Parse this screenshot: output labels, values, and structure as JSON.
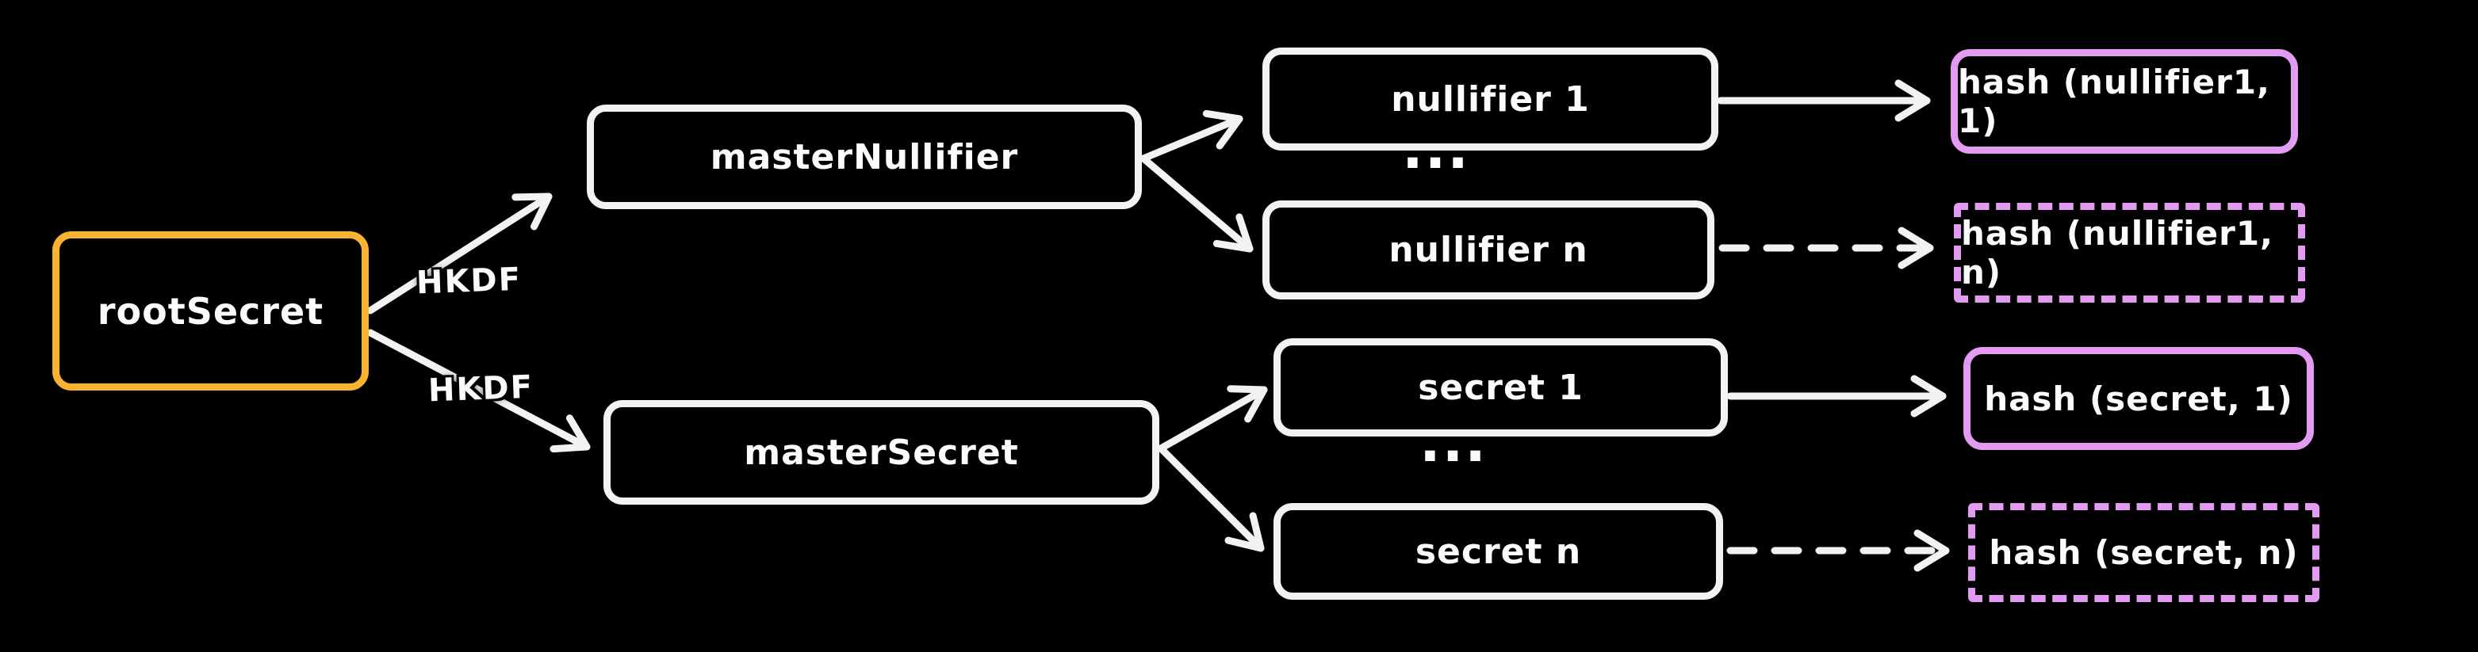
{
  "diagram": {
    "background": "#000000",
    "colors": {
      "accent_orange": "#F7B232",
      "accent_purple": "#E29BF0",
      "stroke_white": "#F2F2F2",
      "text": "#FBFBFB"
    },
    "nodes": [
      {
        "id": "rootSecret",
        "label": "rootSecret",
        "style": "orange-solid"
      },
      {
        "id": "masterNullifier",
        "label": "masterNullifier",
        "style": "white-solid"
      },
      {
        "id": "masterSecret",
        "label": "masterSecret",
        "style": "white-solid"
      },
      {
        "id": "nullifier1",
        "label": "nullifier 1",
        "style": "white-solid"
      },
      {
        "id": "nullifierN",
        "label": "nullifier n",
        "style": "white-solid"
      },
      {
        "id": "secret1",
        "label": "secret 1",
        "style": "white-solid"
      },
      {
        "id": "secretN",
        "label": "secret n",
        "style": "white-solid"
      },
      {
        "id": "hashNullifier1",
        "label": "hash (nullifier1, 1)",
        "style": "purple-solid"
      },
      {
        "id": "hashNullifierN",
        "label": "hash (nullifier1, n)",
        "style": "purple-dashed"
      },
      {
        "id": "hashSecret1",
        "label": "hash (secret, 1)",
        "style": "purple-solid"
      },
      {
        "id": "hashSecretN",
        "label": "hash (secret, n)",
        "style": "purple-dashed"
      }
    ],
    "edge_labels": [
      {
        "id": "hkdf-top",
        "label": "HKDF"
      },
      {
        "id": "hkdf-bottom",
        "label": "HKDF"
      }
    ],
    "ellipsis_top": "...",
    "ellipsis_bottom": "...",
    "edges": [
      {
        "from": "rootSecret",
        "to": "masterNullifier",
        "label": "HKDF",
        "style": "solid"
      },
      {
        "from": "rootSecret",
        "to": "masterSecret",
        "label": "HKDF",
        "style": "solid"
      },
      {
        "from": "masterNullifier",
        "to": "nullifier1",
        "style": "solid"
      },
      {
        "from": "masterNullifier",
        "to": "nullifierN",
        "style": "solid"
      },
      {
        "from": "masterSecret",
        "to": "secret1",
        "style": "solid"
      },
      {
        "from": "masterSecret",
        "to": "secretN",
        "style": "solid"
      },
      {
        "from": "nullifier1",
        "to": "hashNullifier1",
        "style": "solid"
      },
      {
        "from": "nullifierN",
        "to": "hashNullifierN",
        "style": "dashed"
      },
      {
        "from": "secret1",
        "to": "hashSecret1",
        "style": "solid"
      },
      {
        "from": "secretN",
        "to": "hashSecretN",
        "style": "dashed"
      }
    ]
  }
}
